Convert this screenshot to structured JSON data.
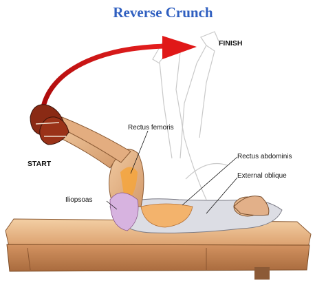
{
  "title": "Reverse Crunch",
  "labels": {
    "finish": "FINISH",
    "start": "START",
    "rectus_femoris": "Rectus femoris",
    "rectus_abdominis": "Rectus abdominis",
    "external_oblique": "External oblique",
    "iliopsoas": "Iliopsoas"
  },
  "colors": {
    "title": "#2f5fc0",
    "arrow": "#d01414",
    "bench_top": "#e9b88a",
    "bench_front": "#c98a5a",
    "skin": "#e7b98f",
    "muscle": "#f2a23a",
    "shoe": "#8a2a14"
  }
}
